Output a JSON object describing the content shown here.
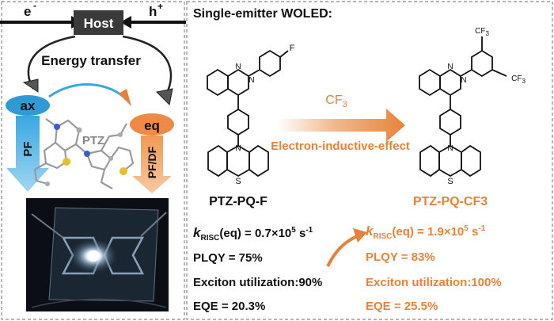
{
  "left_panel": {
    "electron_label": "e",
    "electron_sign": "-",
    "hole_label": "h",
    "hole_sign": "+",
    "host_label": "Host",
    "energy_transfer_label": "Energy transfer",
    "ax_label": "ax",
    "eq_label": "eq",
    "ptz_label": "PTZ",
    "pf_label": "PF",
    "pfdf_label": "PF/DF",
    "device_photo_note": ""
  },
  "right_panel": {
    "title": "Single-emitter WOLED:",
    "left_molecule_name": "PTZ-PQ-F",
    "right_molecule_name": "PTZ-PQ-CF3",
    "arrow_top_label": "CF",
    "arrow_top_subscript": "3",
    "arrow_bottom_label": "Electron-inductive-effect",
    "substituent_F": "F",
    "substituent_CF3": "CF",
    "atom_N": "N",
    "atom_S": "S"
  },
  "metrics": {
    "left": {
      "krisc_k": "k",
      "krisc_sub": "RISC",
      "krisc_eq": "(eq) = 0.7×10",
      "krisc_exp": "5",
      "krisc_unit": " s",
      "krisc_unit_exp": "-1",
      "plqy": "PLQY = 75%",
      "exciton": "Exciton utilization:90%",
      "eqe": "EQE = 20.3%"
    },
    "right": {
      "krisc_k": "k",
      "krisc_sub": "RISC",
      "krisc_eq": "(eq) = 1.9×10",
      "krisc_exp": "5",
      "krisc_unit": " s",
      "krisc_unit_exp": "-1",
      "plqy": "PLQY = 83%",
      "exciton": "Exciton utilization:100%",
      "eqe": "EQE = 25.5%"
    }
  },
  "colors": {
    "accent_orange": "#e8823a",
    "accent_blue": "#3aa7e0",
    "host_box": "#3a3a3a",
    "text": "#111111"
  }
}
